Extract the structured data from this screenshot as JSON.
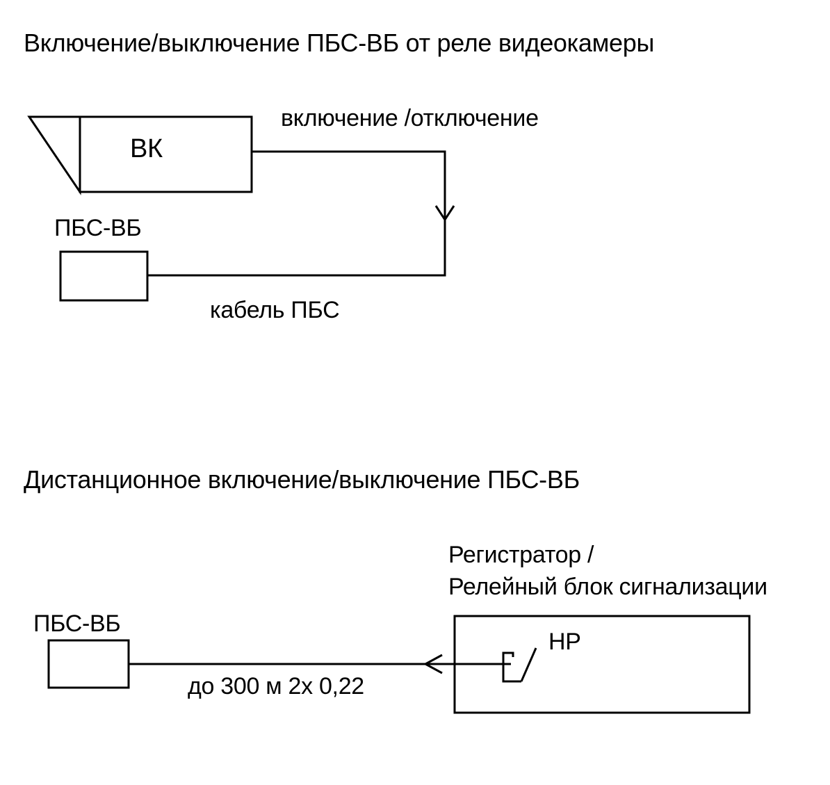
{
  "section1": {
    "title": "Включение/выключение ПБС-ВБ от реле видеокамеры",
    "camera_label": "ВК",
    "signal_label": "включение /отключение",
    "device_label": "ПБС-ВБ",
    "cable_label": "кабель ПБС"
  },
  "section2": {
    "title": "Дистанционное включение/выключение ПБС-ВБ",
    "recorder_label_line1": "Регистратор /",
    "recorder_label_line2": "Релейный блок сигнализации",
    "device_label": "ПБС-ВБ",
    "contact_label": "НР",
    "cable_label": "до 300 м 2х 0,22"
  }
}
